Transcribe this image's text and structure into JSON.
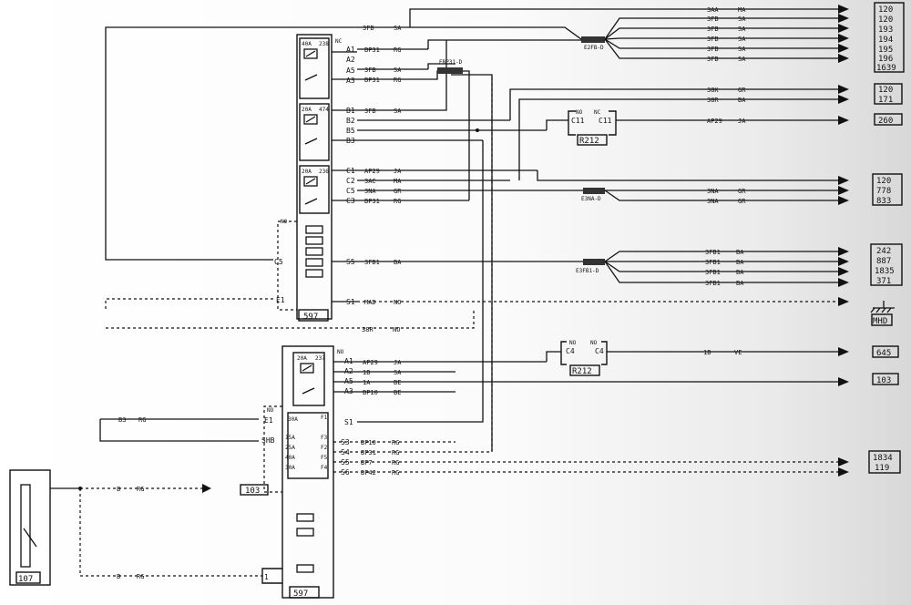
{
  "relay_box_top": {
    "name": "597",
    "no_label": "NO",
    "relays": [
      {
        "amp": "40A",
        "code": "238"
      },
      {
        "amp": "20A",
        "code": "474"
      },
      {
        "amp": "20A",
        "code": "236"
      }
    ],
    "pins": [
      "NC",
      "A1",
      "A2",
      "A5",
      "A3",
      "B1",
      "B2",
      "B5",
      "B3",
      "C1",
      "C2",
      "C5",
      "C3",
      "S5",
      "S1"
    ],
    "left_pins": [
      "NO",
      "C5",
      "E1"
    ]
  },
  "relay_box_bottom": {
    "name": "597",
    "relay": {
      "amp": "20A",
      "code": "237"
    },
    "pins": [
      "NO",
      "A1",
      "A2",
      "A5",
      "A3",
      "S1",
      "S3",
      "S4",
      "S5",
      "S6"
    ],
    "left_pins": [
      "NO",
      "E1",
      "SHB"
    ],
    "fuses": [
      "F1",
      "F3",
      "F2",
      "F5",
      "F4"
    ],
    "fuse_amps": [
      "30A",
      "15A",
      "25A",
      "40A",
      "30A"
    ],
    "bottom_pin": "1"
  },
  "wire_labels_top": [
    {
      "code": "3AA",
      "color": "MA"
    },
    {
      "code": "3FB",
      "color": "SA"
    },
    {
      "code": "3FB",
      "color": "SA"
    },
    {
      "code": "3FB",
      "color": "SA"
    },
    {
      "code": "3FB",
      "color": "SA"
    },
    {
      "code": "3FB",
      "color": "SA"
    },
    {
      "code": "3FB",
      "color": "SA"
    }
  ],
  "box_wires_top": [
    {
      "pin": "A1",
      "code": "BP31",
      "color": "RG"
    },
    {
      "pin": "A5",
      "code": "3FB",
      "color": "SA"
    },
    {
      "pin": "A3",
      "code": "BP31",
      "color": "RG"
    },
    {
      "pin": "B1",
      "code": "3FB",
      "color": "SA"
    },
    {
      "pin": "C1",
      "code": "AP29",
      "color": "JA"
    },
    {
      "pin": "C2",
      "code": "3AC",
      "color": "MA"
    },
    {
      "pin": "C5",
      "code": "3NA",
      "color": "GR"
    },
    {
      "pin": "C3",
      "code": "BP31",
      "color": "RG"
    },
    {
      "pin": "S5",
      "code": "3FB1",
      "color": "BA"
    },
    {
      "pin": "S1",
      "code": "MAD",
      "color": "NO"
    }
  ],
  "top_wire": {
    "code": "3FB",
    "color": "SA"
  },
  "splices": [
    "E2FB-D",
    "EBP31-D",
    "E3NA-D",
    "E3FB1-D"
  ],
  "right_wires_mid": [
    {
      "code": "38K",
      "color": "GR"
    },
    {
      "code": "38R",
      "color": "BA"
    },
    {
      "code": "AP29",
      "color": "JA"
    },
    {
      "code": "3NA",
      "color": "GR"
    },
    {
      "code": "3NA",
      "color": "GR"
    }
  ],
  "right_wires_3fb1": [
    {
      "code": "3FB1",
      "color": "BA"
    },
    {
      "code": "3FB1",
      "color": "BA"
    },
    {
      "code": "3FB1",
      "color": "BA"
    },
    {
      "code": "3FB1",
      "color": "BA"
    }
  ],
  "relay_r212_a": {
    "name": "R212",
    "no": "NO",
    "nc": "NC",
    "pin_l": "C11",
    "pin_r": "C11"
  },
  "relay_r212_b": {
    "name": "R212",
    "no": "NO",
    "nc": "NO",
    "pin_l": "C4",
    "pin_r": "C4"
  },
  "ground_wire": {
    "code": "38R",
    "color": "NO"
  },
  "bottom_box_wires": [
    {
      "pin": "A1",
      "code": "AP29",
      "color": "JA"
    },
    {
      "pin": "A2",
      "code": "1B",
      "color": "SA"
    },
    {
      "pin": "A5",
      "code": "1A",
      "color": "BE"
    },
    {
      "pin": "A3",
      "code": "BP10",
      "color": "BE"
    },
    {
      "pin": "S3",
      "code": "BP10",
      "color": "RG"
    },
    {
      "pin": "S4",
      "code": "BP31",
      "color": "RG"
    },
    {
      "pin": "S5",
      "code": "BP7",
      "color": "RG"
    },
    {
      "pin": "S6",
      "code": "BP42",
      "color": "RG"
    }
  ],
  "c4_wire": {
    "code": "1B",
    "color": "VE"
  },
  "left_wire_e1": {
    "code": "B3",
    "color": "RG"
  },
  "switch_wires": [
    {
      "code": "B",
      "color": "RG"
    },
    {
      "code": "B",
      "color": "RG"
    }
  ],
  "switch_box": {
    "name": "107"
  },
  "mid_ref": "103",
  "right_refs": [
    [
      "120",
      "120",
      "193",
      "194",
      "195",
      "196",
      "1639"
    ],
    [
      "120",
      "171"
    ],
    [
      "260"
    ],
    [
      "120",
      "778",
      "833"
    ],
    [
      "242",
      "887",
      "1835",
      "371"
    ],
    [
      "MHD"
    ],
    [
      "645"
    ],
    [
      "103"
    ],
    [
      "1834",
      "119"
    ]
  ]
}
